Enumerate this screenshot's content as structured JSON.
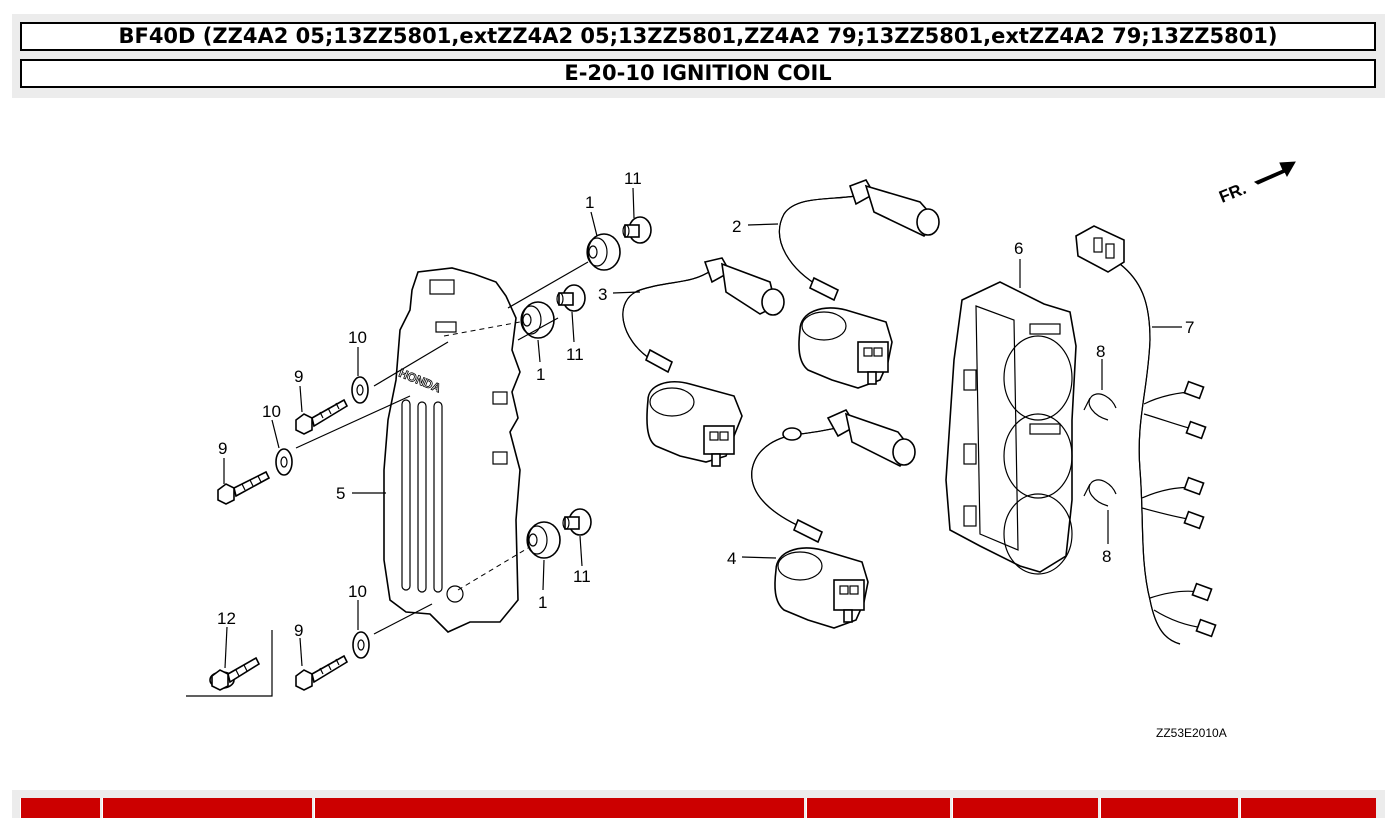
{
  "header": {
    "model_line": "BF40D (ZZ4A2 05;13ZZ5801,extZZ4A2 05;13ZZ5801,ZZ4A2 79;13ZZ5801,extZZ4A2 79;13ZZ5801)",
    "section_title": "E-20-10 IGNITION COIL"
  },
  "diagram": {
    "direction_label": "FR.",
    "brand_text": "HONDA",
    "drawing_code": "ZZ53E2010A",
    "callouts": {
      "c1a": "1",
      "c1b": "1",
      "c1c": "1",
      "c2": "2",
      "c3": "3",
      "c4": "4",
      "c5": "5",
      "c6": "6",
      "c7": "7",
      "c8a": "8",
      "c8b": "8",
      "c9a": "9",
      "c9b": "9",
      "c9c": "9",
      "c10a": "10",
      "c10b": "10",
      "c10c": "10",
      "c11a": "11",
      "c11b": "11",
      "c11c": "11",
      "c12": "12"
    }
  },
  "table": {
    "columns": [
      "",
      "",
      "",
      "",
      "",
      "",
      ""
    ]
  }
}
